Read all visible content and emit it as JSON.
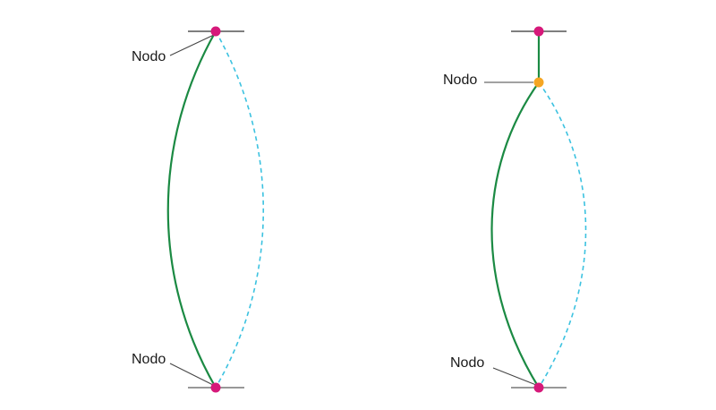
{
  "labels": {
    "left_top": "Nodo",
    "left_bottom": "Nodo",
    "right_middle": "Nodo",
    "right_bottom": "Nodo"
  },
  "colors": {
    "node": "#d6197a",
    "node_alt": "#f5a623",
    "string_solid": "#1b8a43",
    "string_dashed": "#3cc2e0",
    "fixture": "#333333",
    "fixture_bottom": "#777777",
    "leader": "#444444"
  }
}
